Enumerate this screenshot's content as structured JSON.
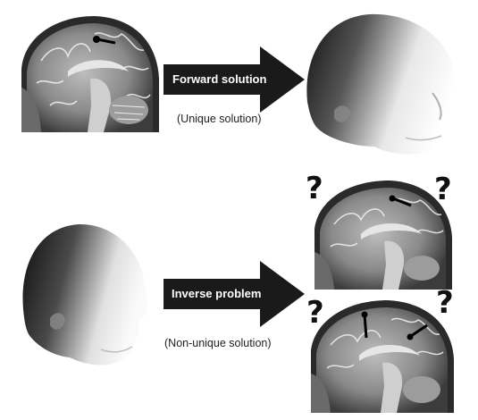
{
  "forward": {
    "label": "Forward solution",
    "caption": "(Unique solution)"
  },
  "inverse": {
    "label": "Inverse problem",
    "caption": "(Non-unique solution)"
  },
  "question_marks": [
    "?",
    "?",
    "?",
    "?"
  ],
  "colors": {
    "arrow": "#1a1a1a",
    "arrow_text": "#ffffff",
    "background": "#ffffff"
  }
}
